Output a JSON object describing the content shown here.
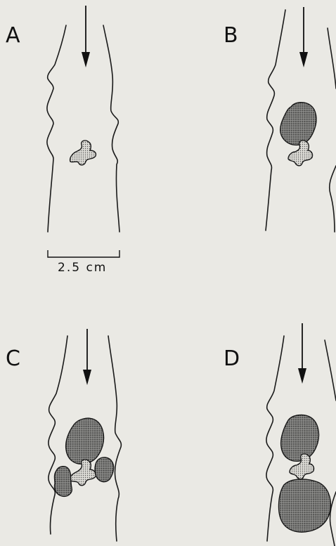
{
  "panels": [
    {
      "label": "A"
    },
    {
      "label": "B"
    },
    {
      "label": "C"
    },
    {
      "label": "D"
    }
  ],
  "scale_bar": {
    "label": "2.5 cm"
  }
}
